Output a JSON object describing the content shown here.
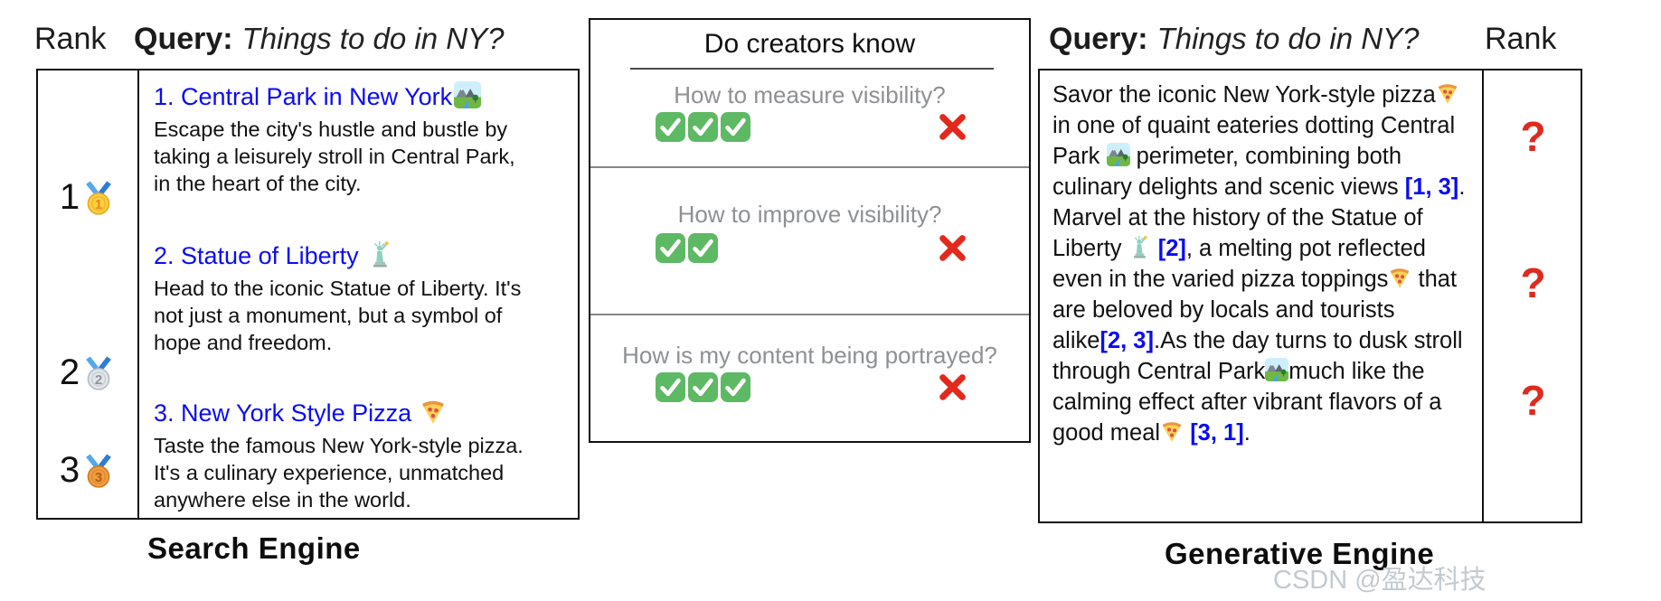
{
  "header_left": {
    "rank_label": "Rank",
    "query_label": "Query:",
    "query_text": "Things to do in NY?"
  },
  "header_right": {
    "rank_label": "Rank",
    "query_label": "Query:",
    "query_text": "Things to do in NY?"
  },
  "search_engine": {
    "caption": "Search Engine",
    "results": [
      {
        "rank": "1",
        "medal": "gold-medal",
        "title": "1. Central Park in New York",
        "title_icon": "national-park",
        "desc": "Escape the city's hustle and bustle by\ntaking a leisurely stroll in Central Park,\nin the heart of the city."
      },
      {
        "rank": "2",
        "medal": "silver-medal",
        "title": "2. Statue of Liberty",
        "title_icon": "statue-of-liberty",
        "desc": "Head to the iconic Statue of Liberty. It's\nnot just a monument, but a symbol of\nhope and freedom."
      },
      {
        "rank": "3",
        "medal": "bronze-medal",
        "title": "3. New York Style Pizza",
        "title_icon": "pizza",
        "desc": "Taste the famous New York-style pizza.\nIt's a culinary experience, unmatched\nanywhere else in the world."
      }
    ]
  },
  "creators_panel": {
    "title": "Do creators know",
    "rows": [
      {
        "question": "How to measure visibility?",
        "checks": 3,
        "cross": true
      },
      {
        "question": "How to improve visibility?",
        "checks": 2,
        "cross": true
      },
      {
        "question": "How is my content being portrayed?",
        "checks": 3,
        "cross": true
      }
    ]
  },
  "generative_engine": {
    "caption": "Generative Engine",
    "ranks": [
      "?",
      "?",
      "?"
    ],
    "answer_segments": [
      {
        "t": "Savor the iconic New York-style pizza"
      },
      {
        "icon": "pizza"
      },
      {
        "t": " in one of quaint eateries dotting Central Park "
      },
      {
        "icon": "national-park"
      },
      {
        "t": " perimeter, combining both culinary delights and scenic views "
      },
      {
        "t": "[1, 3]",
        "c": "cite"
      },
      {
        "t": ". Marvel at the history of the Statue of Liberty "
      },
      {
        "icon": "statue-of-liberty"
      },
      {
        "t": " "
      },
      {
        "t": "[2]",
        "c": "cite"
      },
      {
        "t": ", a melting pot reflected even in the varied pizza toppings"
      },
      {
        "icon": "pizza"
      },
      {
        "t": " that are beloved by locals and tourists alike"
      },
      {
        "t": "[2, 3]",
        "c": "cite"
      },
      {
        "t": ".As the day turns to dusk stroll through Central Park"
      },
      {
        "icon": "national-park"
      },
      {
        "t": "much like the calming effect after vibrant flavors of a good meal"
      },
      {
        "icon": "pizza"
      },
      {
        "t": " "
      },
      {
        "t": "[3, 1]",
        "c": "cite"
      },
      {
        "t": "."
      }
    ]
  },
  "watermark": "CSDN @盈达科技",
  "colors": {
    "link_blue": "#0b0bf5",
    "check_green": "#5eb964",
    "cross_red": "#e3291c",
    "question_red": "#df2a1e",
    "border_black": "#111111",
    "question_gray": "#8e9093"
  }
}
